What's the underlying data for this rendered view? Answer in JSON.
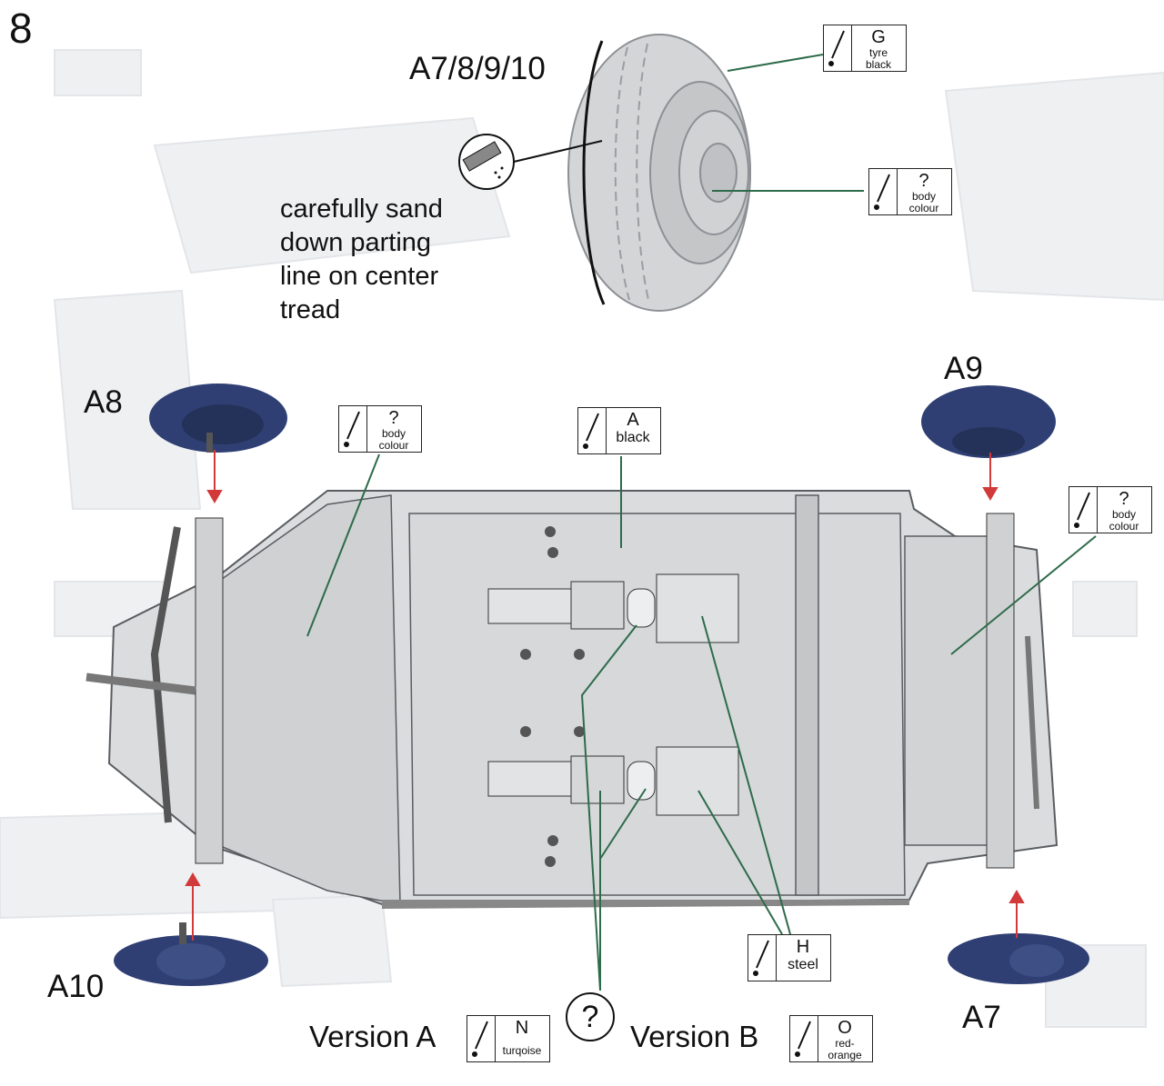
{
  "step_number": "8",
  "labels": {
    "wheel_ref": "A7/8/9/10",
    "a8": "A8",
    "a9": "A9",
    "a10": "A10",
    "a7": "A7"
  },
  "sanding_note": {
    "line1": "carefully sand",
    "line2": "down parting",
    "line3": "line on center",
    "line4": "tread"
  },
  "paint_callouts": {
    "tyre": {
      "code": "G",
      "name_line1": "tyre",
      "name_line2": "black"
    },
    "hub": {
      "code": "?",
      "name_line1": "body",
      "name_line2": "colour"
    },
    "body_left": {
      "code": "?",
      "name_line1": "body",
      "name_line2": "colour"
    },
    "floor": {
      "code": "A",
      "name_line1": "black"
    },
    "body_right": {
      "code": "?",
      "name_line1": "body",
      "name_line2": "colour"
    },
    "steel": {
      "code": "H",
      "name_line1": "steel"
    },
    "version_a": {
      "code": "N",
      "name_line1": "turqoise"
    },
    "version_b": {
      "code": "O",
      "name_line1": "red-",
      "name_line2": "orange"
    }
  },
  "versions": {
    "a_label": "Version A",
    "b_label": "Version B",
    "marker": "?"
  },
  "colors": {
    "callout_line": "#2e6b4a",
    "arrow": "#d23a3a",
    "wheel_blue": "#2f3f73",
    "chassis_fill": "#d9dbdc",
    "chassis_shade": "#c7c9cb",
    "background_faded": "#eceef0"
  }
}
